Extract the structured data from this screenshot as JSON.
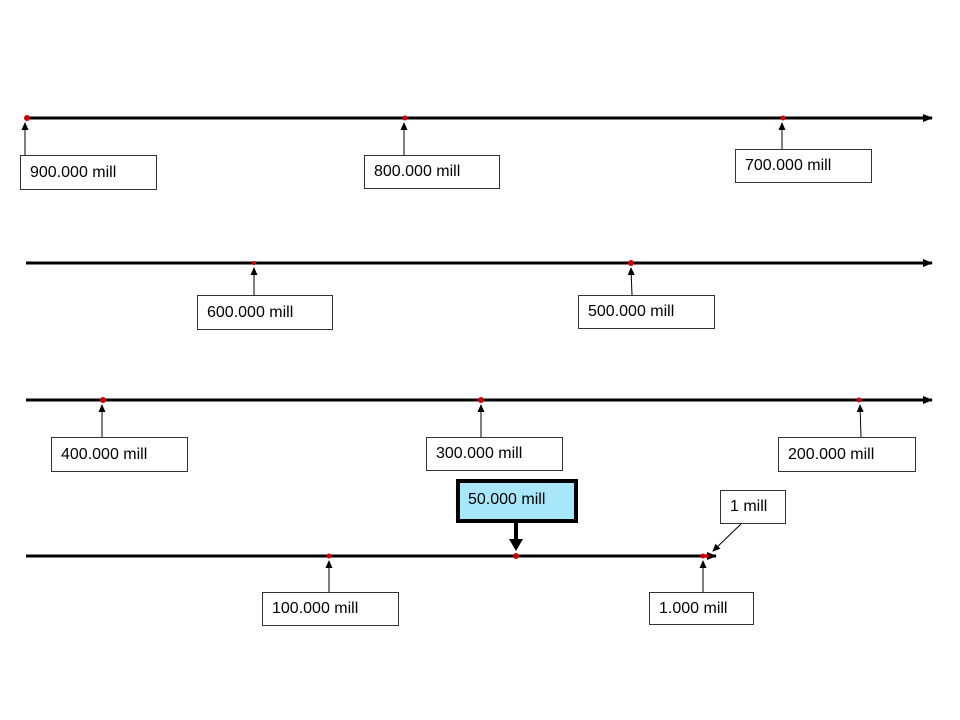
{
  "colors": {
    "line": "#000000",
    "dot": "#cc0000",
    "highlight_fill": "#a8e6fa",
    "highlight_border": "#000000"
  },
  "timelines": [
    {
      "labels": [
        {
          "text": "900.000 mill"
        },
        {
          "text": "800.000 mill"
        },
        {
          "text": "700.000 mill"
        }
      ]
    },
    {
      "labels": [
        {
          "text": "600.000 mill"
        },
        {
          "text": "500.000 mill"
        }
      ]
    },
    {
      "labels": [
        {
          "text": "400.000 mill"
        },
        {
          "text": "300.000 mill"
        },
        {
          "text": "200.000 mill"
        }
      ]
    },
    {
      "labels": [
        {
          "text": "100.000 mill"
        },
        {
          "text": "50.000 mill",
          "highlighted": true
        },
        {
          "text": "1.000 mill"
        },
        {
          "text": "1 mill"
        }
      ]
    }
  ]
}
